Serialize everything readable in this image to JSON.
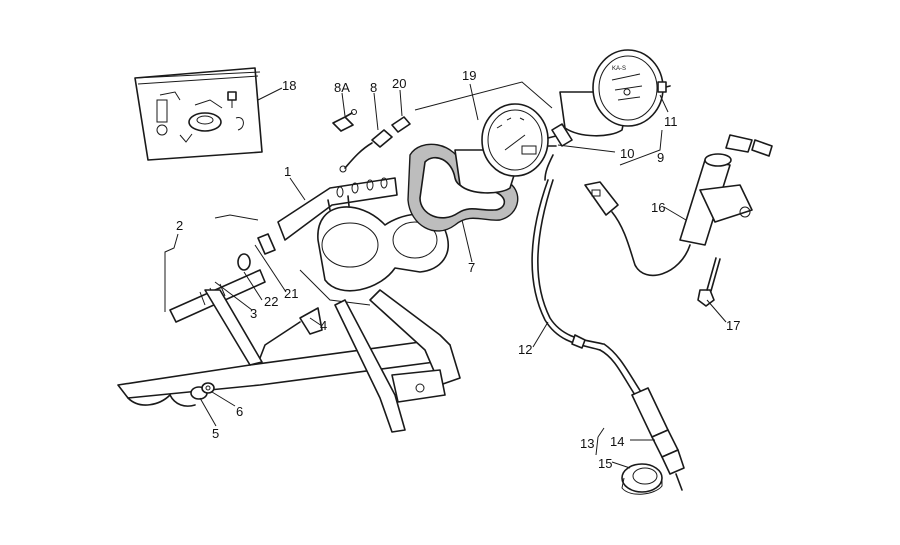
{
  "diagram": {
    "callouts": [
      {
        "id": "c18",
        "label": "18"
      },
      {
        "id": "c8a",
        "label": "8A"
      },
      {
        "id": "c8",
        "label": "8"
      },
      {
        "id": "c20",
        "label": "20"
      },
      {
        "id": "c19",
        "label": "19"
      },
      {
        "id": "c11",
        "label": "11"
      },
      {
        "id": "c10",
        "label": "10"
      },
      {
        "id": "c9",
        "label": "9"
      },
      {
        "id": "c1",
        "label": "1"
      },
      {
        "id": "c2",
        "label": "2"
      },
      {
        "id": "c22",
        "label": "22"
      },
      {
        "id": "c21",
        "label": "21"
      },
      {
        "id": "c3",
        "label": "3"
      },
      {
        "id": "c7",
        "label": "7"
      },
      {
        "id": "c4",
        "label": "4"
      },
      {
        "id": "c16",
        "label": "16"
      },
      {
        "id": "c17",
        "label": "17"
      },
      {
        "id": "c12",
        "label": "12"
      },
      {
        "id": "c6",
        "label": "6"
      },
      {
        "id": "c5",
        "label": "5"
      },
      {
        "id": "c13",
        "label": "13"
      },
      {
        "id": "c14",
        "label": "14"
      },
      {
        "id": "c15",
        "label": "15"
      }
    ]
  }
}
